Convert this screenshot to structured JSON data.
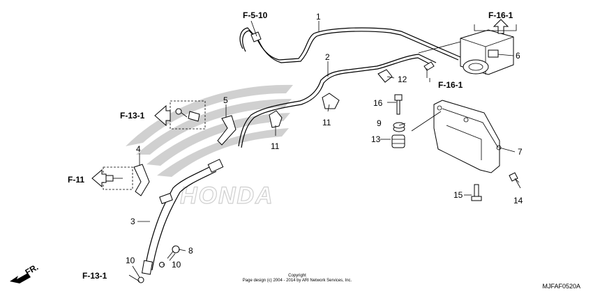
{
  "watermark": {
    "brand": "HONDA"
  },
  "callouts": {
    "c1": "1",
    "c2": "2",
    "c3": "3",
    "c4": "4",
    "c5": "5",
    "c6": "6",
    "c7": "7",
    "c8": "8",
    "c9": "9",
    "c10a": "10",
    "c10b": "10",
    "c11a": "11",
    "c11b": "11",
    "c12": "12",
    "c13": "13",
    "c14": "14",
    "c15": "15",
    "c16": "16"
  },
  "references": {
    "f510": "F-5-10",
    "f161_top": "F-16-1",
    "f161_mid": "F-16-1",
    "f131_left": "F-13-1",
    "f11": "F-11",
    "f131_bottom": "F-13-1"
  },
  "direction": {
    "label": "FR."
  },
  "copyright": {
    "line1": "Copyright",
    "line2": "Page design (c) 2004 - 2014 by ARI Network Services, Inc."
  },
  "diagram_code": "MJFAF0520A"
}
